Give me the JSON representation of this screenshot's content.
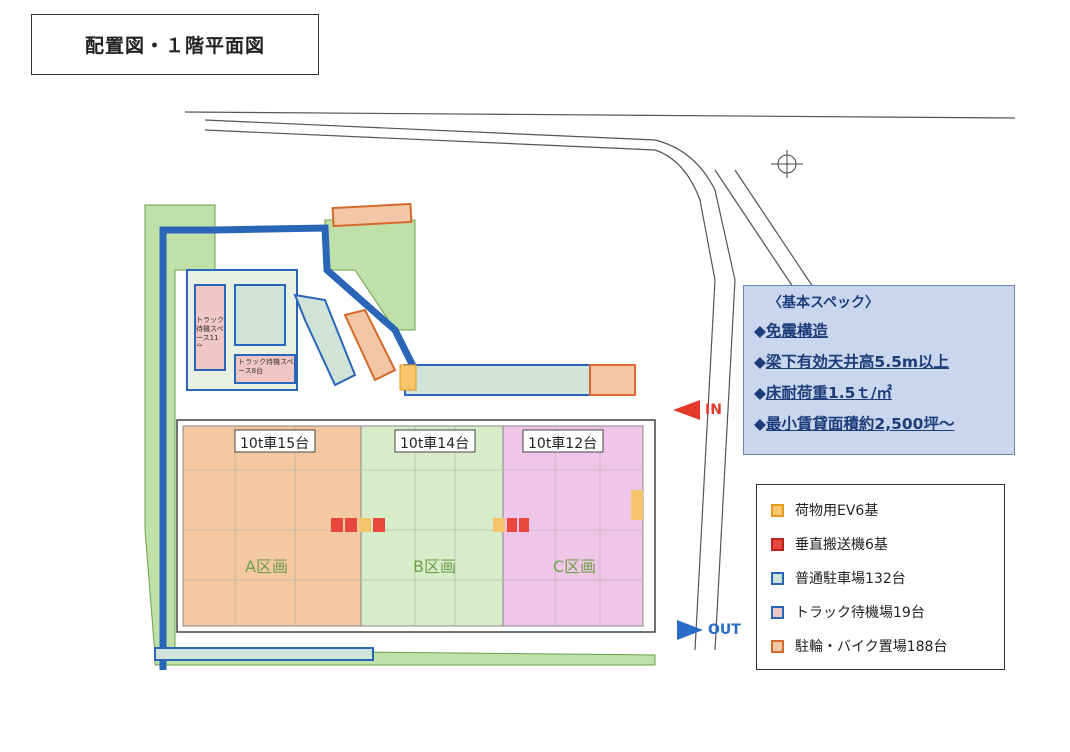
{
  "title": "配置図・１階平面図",
  "spec": {
    "heading": "〈基本スペック〉",
    "items": [
      {
        "bullet": "◆",
        "text": "免震構造"
      },
      {
        "bullet": "◆",
        "text": "梁下有効天井高5.5m以上"
      },
      {
        "bullet": "◆",
        "text": "床耐荷重1.5ｔ/㎡"
      },
      {
        "bullet": "◆",
        "text": "最小賃貸面積約2,500坪～"
      }
    ]
  },
  "legend": [
    {
      "label": "荷物用EV6基",
      "fill": "#f6c46a",
      "border": "#e39a1e"
    },
    {
      "label": "垂直搬送機6基",
      "fill": "#e8473c",
      "border": "#b8251c"
    },
    {
      "label": "普通駐車場132台",
      "fill": "#cfe3d8",
      "border": "#2a66b8"
    },
    {
      "label": "トラック待機場19台",
      "fill": "#f1c6c6",
      "border": "#2a66b8"
    },
    {
      "label": "駐輪・バイク置場188台",
      "fill": "#f3c6a6",
      "border": "#d66a2c"
    }
  ],
  "plan": {
    "zones": [
      {
        "label": "A区画",
        "berth": "10t車15台",
        "color": "#f4c8a0"
      },
      {
        "label": "B区画",
        "berth": "10t車14台",
        "color": "#d7ecc8"
      },
      {
        "label": "C区画",
        "berth": "10t車12台",
        "color": "#f0c6e8"
      }
    ],
    "in_label": "IN",
    "out_label": "OUT",
    "truck_wait_1": "トラック待機スペース11台",
    "truck_wait_2": "トラック待機スペース8台"
  }
}
